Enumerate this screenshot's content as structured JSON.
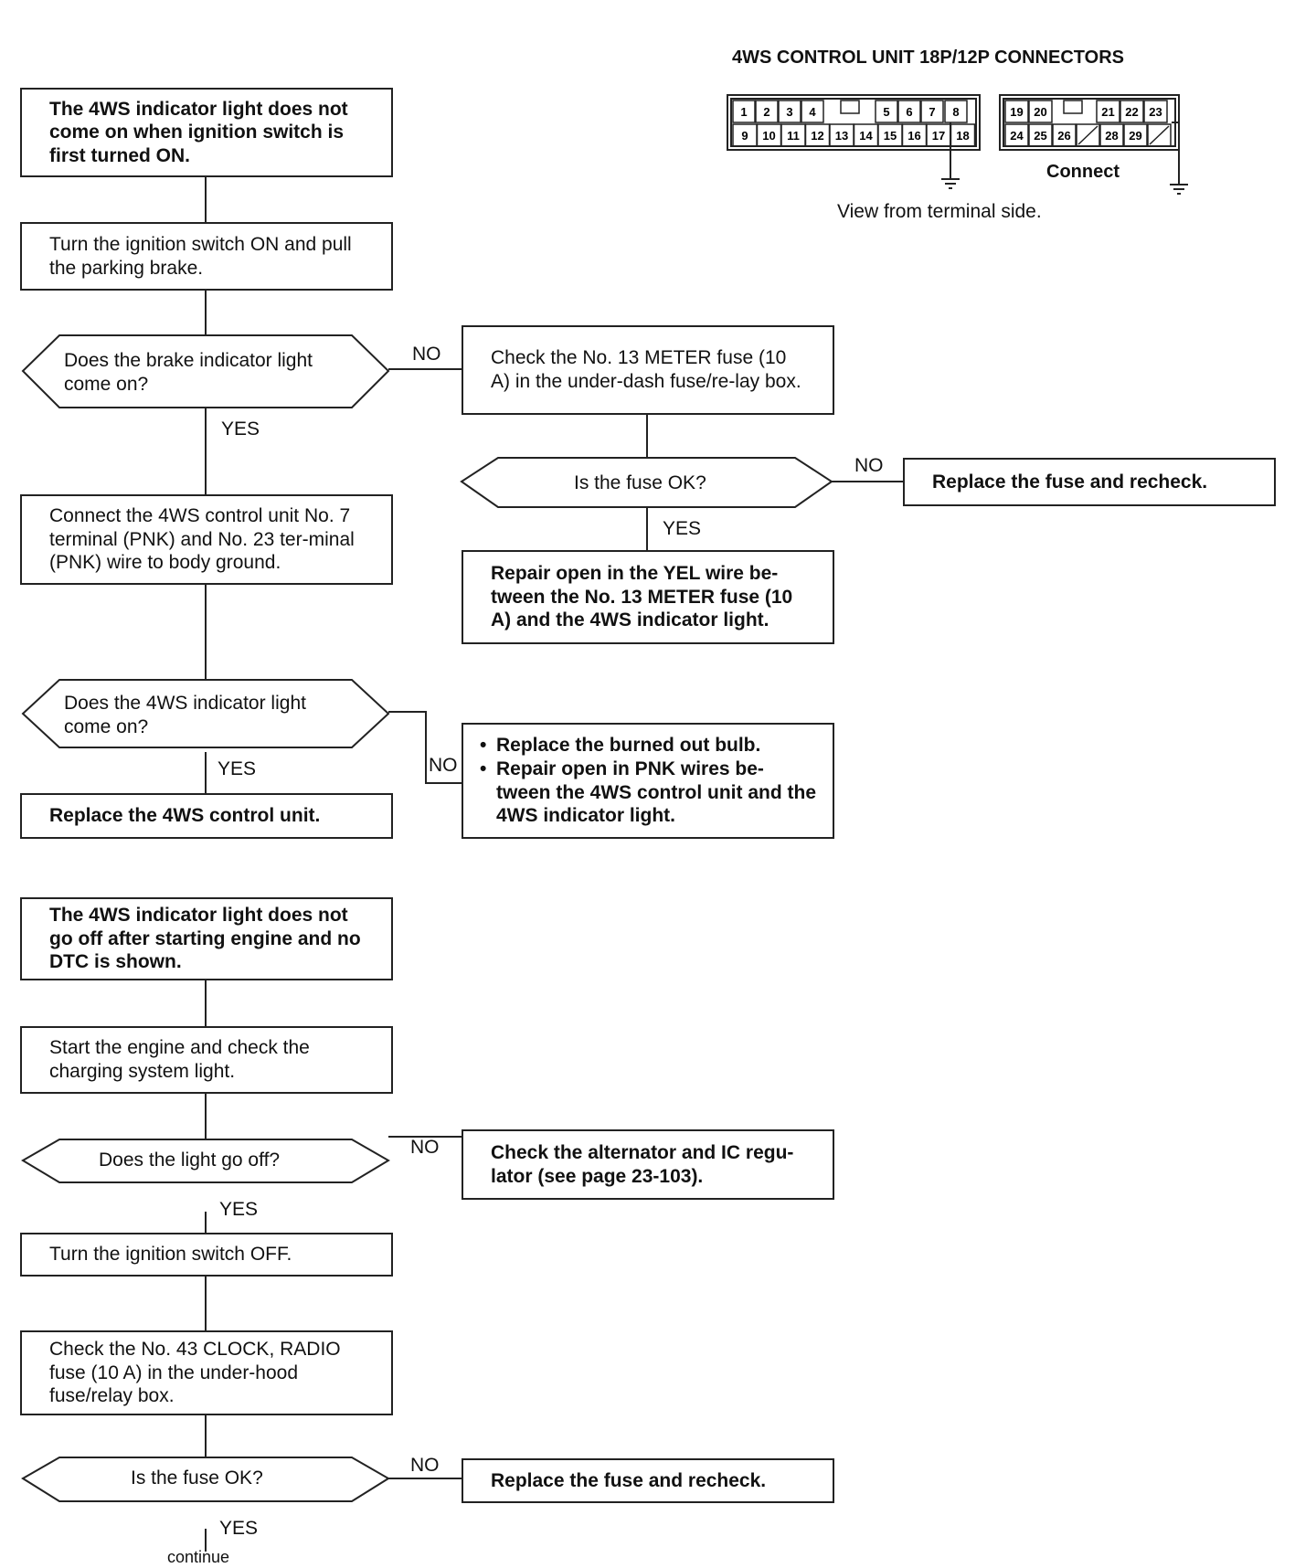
{
  "connector": {
    "title": "4WS CONTROL UNIT 18P/12P CONNECTORS",
    "caption": "View from terminal side.",
    "connect_label": "Connect",
    "pins_18p_top": [
      "1",
      "2",
      "3",
      "4",
      "5",
      "6",
      "7",
      "8"
    ],
    "pins_18p_bottom": [
      "9",
      "10",
      "11",
      "12",
      "13",
      "14",
      "15",
      "16",
      "17",
      "18"
    ],
    "pins_12p_top": [
      "19",
      "20",
      "21",
      "22",
      "23"
    ],
    "pins_12p_bottom": [
      "24",
      "25",
      "26",
      "28",
      "29"
    ]
  },
  "flow1": {
    "start": "The 4WS indicator light does not come on when ignition switch is first turned ON.",
    "step1": "Turn the ignition switch ON and pull the parking brake.",
    "q1": "Does the brake indicator light come on?",
    "q1_no_label": "NO",
    "q1_yes_label": "YES",
    "check_fuse": "Check the No. 13 METER fuse (10 A) in the under-dash fuse/re-lay box.",
    "q_fuse": "Is the fuse OK?",
    "q_fuse_no_label": "NO",
    "q_fuse_yes_label": "YES",
    "replace_fuse": "Replace the fuse and recheck.",
    "repair_yel": "Repair open in the YEL wire be-tween the No. 13 METER fuse (10 A) and the 4WS indicator light.",
    "step2": "Connect the 4WS control unit No. 7 terminal (PNK) and No. 23 ter-minal (PNK) wire to body ground.",
    "q2": "Does the 4WS indicator light come on?",
    "q2_yes_label": "YES",
    "q2_no_label": "NO",
    "replace_unit": "Replace the 4WS control unit.",
    "bulb_items": [
      "Replace the burned out bulb.",
      "Repair open in PNK wires be-tween the 4WS control unit and the 4WS indicator light."
    ]
  },
  "flow2": {
    "start": "The 4WS indicator light does not go off after starting engine and no DTC is shown.",
    "step1": "Start the engine and check the charging system light.",
    "q1": "Does the light go off?",
    "q1_no_label": "NO",
    "q1_yes_label": "YES",
    "check_alt": "Check the alternator and IC regu-lator (see page 23-103).",
    "step2": "Turn the ignition switch OFF.",
    "step3": "Check the No. 43 CLOCK, RADIO fuse (10 A) in the under-hood fuse/relay box.",
    "q2": "Is the fuse OK?",
    "q2_no_label": "NO",
    "q2_yes_label": "YES",
    "replace_fuse": "Replace the fuse and recheck.",
    "continue": "continue"
  }
}
